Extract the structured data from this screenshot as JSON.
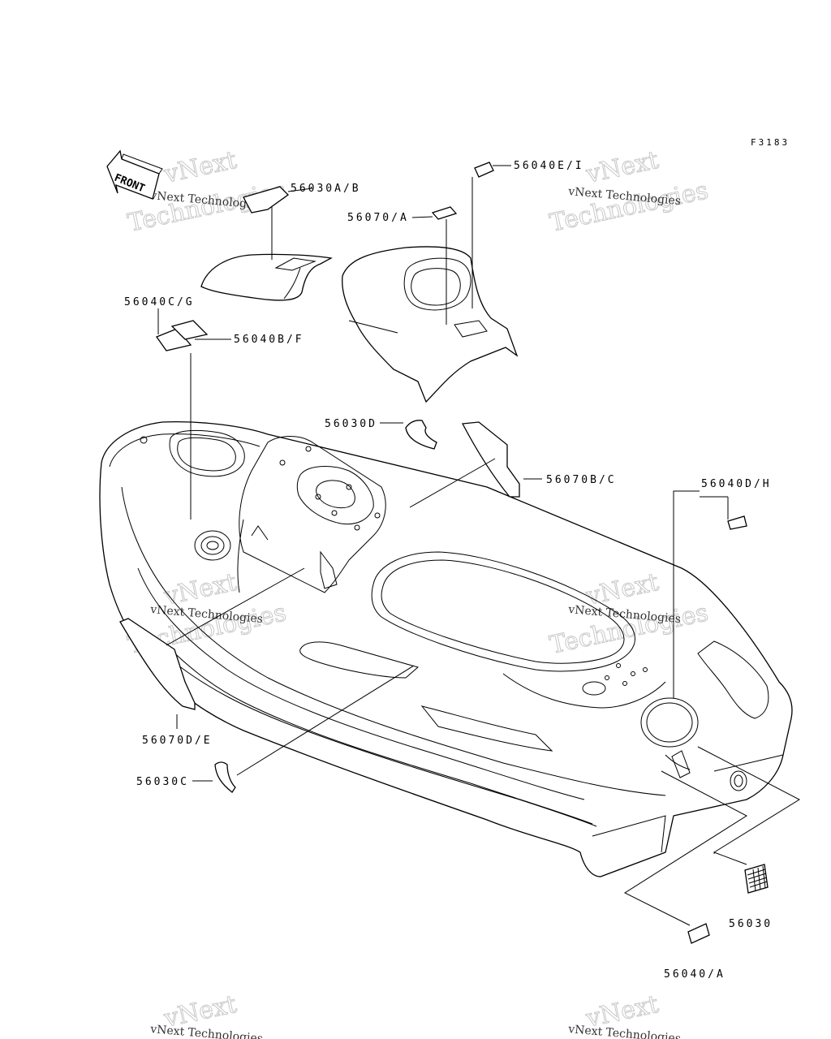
{
  "figure_code": "F3183",
  "front_label": "FRONT",
  "watermark": {
    "line1": "vNext",
    "line2": "Technologies",
    "small": "vNext Technologies"
  },
  "callouts": [
    {
      "id": "56030AB",
      "text": "56030A/B"
    },
    {
      "id": "56040EI",
      "text": "56040E/I"
    },
    {
      "id": "56070A",
      "text": "56070/A"
    },
    {
      "id": "56040CG",
      "text": "56040C/G"
    },
    {
      "id": "56040BF",
      "text": "56040B/F"
    },
    {
      "id": "56030D",
      "text": "56030D"
    },
    {
      "id": "56070BC",
      "text": "56070B/C"
    },
    {
      "id": "56040DH",
      "text": "56040D/H"
    },
    {
      "id": "56070DE",
      "text": "56070D/E"
    },
    {
      "id": "56030C",
      "text": "56030C"
    },
    {
      "id": "56030",
      "text": "56030"
    },
    {
      "id": "56040A",
      "text": "56040/A"
    }
  ]
}
